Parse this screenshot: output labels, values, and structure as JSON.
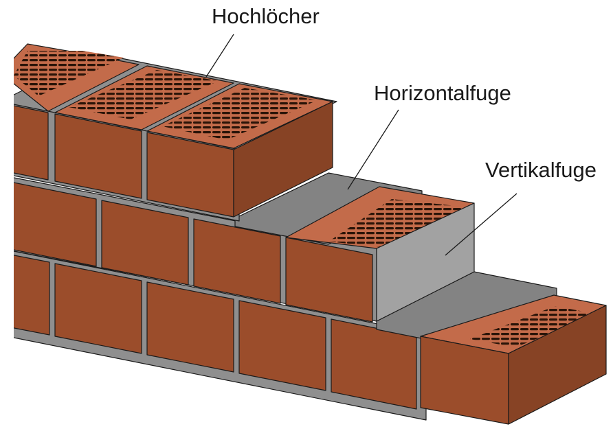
{
  "labels": {
    "hochloecher": "Hochlöcher",
    "horizontalfuge": "Horizontalfuge",
    "vertikalfuge": "Vertikalfuge"
  },
  "colors": {
    "brick_front": "#9b4d2b",
    "brick_side": "#874325",
    "brick_top": "#c36b4a",
    "hole": "#2a1408",
    "mortar_joint": "#8f8f8f",
    "mortar_top": "#838383",
    "mortar_vertical": "#a2a2a2",
    "outline": "#1a1a1a"
  }
}
